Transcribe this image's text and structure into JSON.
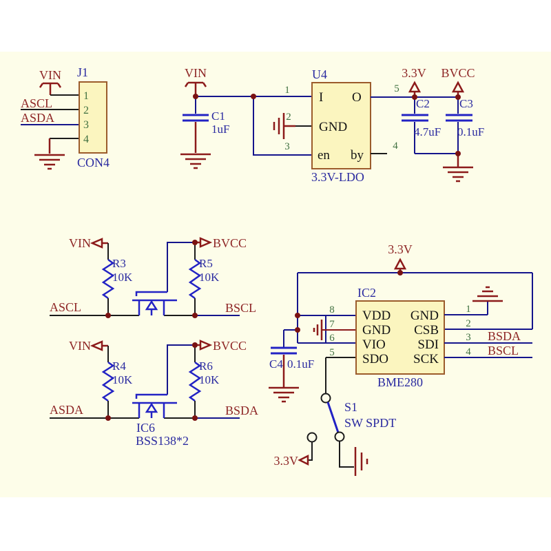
{
  "palette": {
    "page_bg": "#FFFFFF",
    "sheet_bg": "#FDFDE9",
    "wire_blue": "#14148C",
    "wire_black": "#1B1B1B",
    "symbol_blue": "#2222C4",
    "power_dark_red": "#8C1A1A",
    "junction_dot": "#7A1212",
    "net_label_text": "#8E2626",
    "designator_text": "#2A2AA0",
    "pin_number_text": "#3F7040",
    "part_fill": "#FBF5BF",
    "part_outline": "#9B5B2B"
  },
  "j1": {
    "designator": "J1",
    "part": "CON4",
    "net_vin": "VIN",
    "net_ascl": "ASCL",
    "net_asda": "ASDA",
    "pins": [
      "1",
      "2",
      "3",
      "4"
    ]
  },
  "ldo": {
    "designator": "U4",
    "part": "3.3V-LDO",
    "net_vin": "VIN",
    "net_3v3": "3.3V",
    "net_bvcc": "BVCC",
    "pin_names": {
      "in": "I",
      "out": "O",
      "gnd": "GND",
      "en": "en",
      "by": "by"
    },
    "pin_nums": {
      "in": "1",
      "gnd": "2",
      "en": "3",
      "by": "4",
      "out": "5"
    },
    "c1": {
      "ref": "C1",
      "value": "1uF"
    },
    "c2": {
      "ref": "C2",
      "value": "4.7uF"
    },
    "c3": {
      "ref": "C3",
      "value": "0.1uF"
    }
  },
  "shifter_scl": {
    "net_vin": "VIN",
    "net_bvcc": "BVCC",
    "net_a": "ASCL",
    "net_b": "BSCL",
    "r_low": {
      "ref": "R3",
      "value": "10K"
    },
    "r_high": {
      "ref": "R5",
      "value": "10K"
    }
  },
  "shifter_sda": {
    "net_vin": "VIN",
    "net_bvcc": "BVCC",
    "net_a": "ASDA",
    "net_b": "BSDA",
    "r_low": {
      "ref": "R4",
      "value": "10K"
    },
    "r_high": {
      "ref": "R6",
      "value": "10K"
    },
    "mosfet": {
      "ref": "IC6",
      "part": "BSS138*2"
    }
  },
  "sensor": {
    "designator": "IC2",
    "part": "BME280",
    "net_3v3": "3.3V",
    "net_bsda": "BSDA",
    "net_bscl": "BSCL",
    "c4": {
      "ref": "C4",
      "value": "0.1uF"
    },
    "left_pins": [
      {
        "num": "8",
        "name": "VDD"
      },
      {
        "num": "7",
        "name": "GND"
      },
      {
        "num": "6",
        "name": "VIO"
      },
      {
        "num": "5",
        "name": "SDO"
      }
    ],
    "right_pins": [
      {
        "num": "1",
        "name": "GND"
      },
      {
        "num": "2",
        "name": "CSB"
      },
      {
        "num": "3",
        "name": "SDI"
      },
      {
        "num": "4",
        "name": "SCK"
      }
    ]
  },
  "s1": {
    "designator": "S1",
    "part": "SW SPDT",
    "net_3v3": "3.3V"
  }
}
